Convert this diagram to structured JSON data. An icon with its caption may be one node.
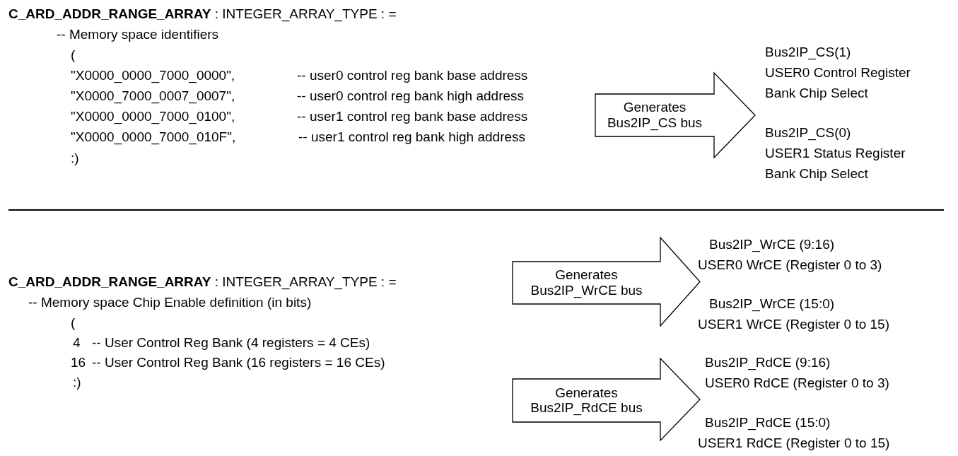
{
  "diagram": {
    "nodes": [
      {
        "text": [
          "Generates Bus2IP_CS bus"
        ]
      },
      {
        "text": [
          "Generates Bus2IP_WrCE bus"
        ]
      },
      {
        "text": [
          "Generates Bus2IP_RdCE bus"
        ]
      }
    ],
    "labels": [
      "**C_ARD_ADDR_RANGE_ARRAY** : INTEGER_ARRAY_TYPE : =",
      "-- Memory space identifiers",
      "(",
      "\"X0000_0000_7000_0000\",",
      "-- user0 control reg bank base address",
      "\"X0000_7000_0007_0007\",",
      "-- user0 control reg bank high address",
      "\"X0000_0000_7000_0100\",",
      "-- user1 control reg bank base address",
      "\"X0000_0000_7000_010F\",",
      "-- user1 control reg bank high address",
      ":)",
      "Bus2IP_CS(1)",
      "USER0 Control Register",
      "Bank Chip Select",
      "Bus2IP_CS(0)",
      "USER1 Status Register",
      "Bank Chip Select",
      "**C_ARD_ADDR_RANGE_ARRAY** : INTEGER_ARRAY_TYPE : =",
      "-- Memory space Chip Enable definition (in bits)",
      "(",
      "4",
      "-- User Control Reg Bank (4 registers = 4 CEs)",
      "16",
      "-- User Control Reg Bank (16 registers = 16 CEs)",
      ":)",
      "Bus2IP_WrCE (9:16)",
      "USER0 WrCE (Register 0 to 3)",
      "Bus2IP_WrCE (15:0)",
      "USER1 WrCE (Register 0 to 15)",
      "Bus2IP_RdCE (9:16)",
      "USER0 RdCE (Register 0 to 3)",
      "Bus2IP_RdCE (15:0)",
      "USER1 RdCE (Register 0 to 15)"
    ]
  }
}
